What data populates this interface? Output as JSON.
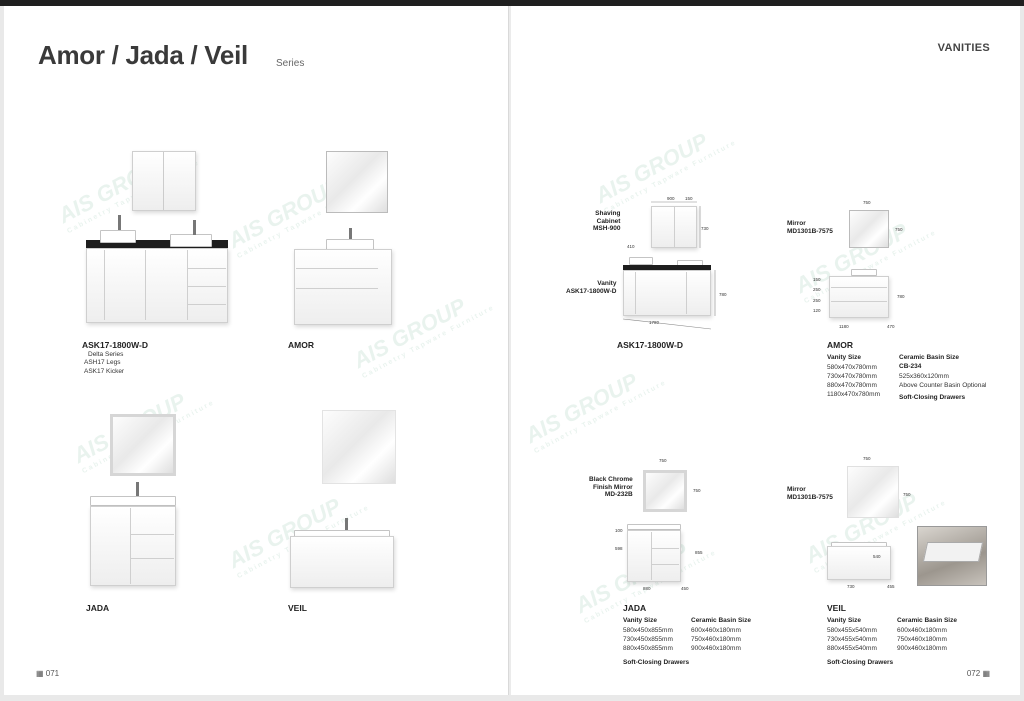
{
  "header": {
    "title": "Amor / Jada / Veil",
    "subtitle": "Series",
    "section": "VANITIES"
  },
  "page_numbers": {
    "left": "071",
    "right": "072"
  },
  "left_products": {
    "ask17": {
      "label": "ASK17-1800W-D",
      "lines": [
        "Delta Series",
        "ASH17 Legs",
        "ASK17 Kicker"
      ]
    },
    "amor": {
      "label": "AMOR"
    },
    "jada": {
      "label": "JADA"
    },
    "veil": {
      "label": "VEIL"
    }
  },
  "watermark": {
    "brand": "AIS GROUP",
    "tagline": "Cabinetry  Tapware  Furniture"
  },
  "right_products": {
    "ask17": {
      "label": "ASK17-1800W-D",
      "callout_cabinet": [
        "Shaving",
        "Cabinet",
        "MSH-900"
      ],
      "callout_vanity": [
        "Vanity",
        "ASK17-1800W-D"
      ],
      "dims": {
        "top_w": "900",
        "top_d": "150",
        "cab_h": "730",
        "gap": "410",
        "height": "780",
        "width": "1780"
      }
    },
    "amor": {
      "label": "AMOR",
      "callout_mirror": [
        "Mirror",
        "MD1301B-7575"
      ],
      "dims": {
        "mirror_w": "750",
        "mirror_h": "750",
        "d1": "150",
        "d2": "250",
        "d3": "250",
        "d4": "120",
        "height": "780",
        "width": "1180",
        "depth": "470"
      },
      "vanity_size_label": "Vanity Size",
      "vanity_sizes": [
        "580x470x780mm",
        "730x470x780mm",
        "880x470x780mm",
        "1180x470x780mm"
      ],
      "basin_label": "Ceramic Basin Size",
      "basin_model": "CB-234",
      "basin_size": "525x360x120mm",
      "basin_note": "Above Counter Basin Optional",
      "feature": "Soft-Closing Drawers"
    },
    "jada": {
      "label": "JADA",
      "callout_mirror": [
        "Black Chrome",
        "Finish Mirror",
        "MD-232B"
      ],
      "dims": {
        "mirror_w": "750",
        "mirror_h": "750",
        "d1": "100",
        "d2": "598",
        "height": "855",
        "width": "880",
        "depth": "450"
      },
      "vanity_size_label": "Vanity Size",
      "vanity_sizes": [
        "580x450x855mm",
        "730x450x855mm",
        "880x450x855mm"
      ],
      "basin_label": "Ceramic Basin Size",
      "basin_sizes": [
        "600x460x180mm",
        "750x460x180mm",
        "900x460x180mm"
      ],
      "feature": "Soft-Closing Drawers"
    },
    "veil": {
      "label": "VEIL",
      "callout_mirror": [
        "Mirror",
        "MD1301B-7575"
      ],
      "dims": {
        "mirror_w": "750",
        "mirror_h": "750",
        "height": "540",
        "width": "730",
        "depth": "455"
      },
      "vanity_size_label": "Vanity Size",
      "vanity_sizes": [
        "580x455x540mm",
        "730x455x540mm",
        "880x455x540mm"
      ],
      "basin_label": "Ceramic Basin Size",
      "basin_sizes": [
        "600x460x180mm",
        "750x460x180mm",
        "900x460x180mm"
      ],
      "feature": "Soft-Closing Drawers"
    }
  }
}
